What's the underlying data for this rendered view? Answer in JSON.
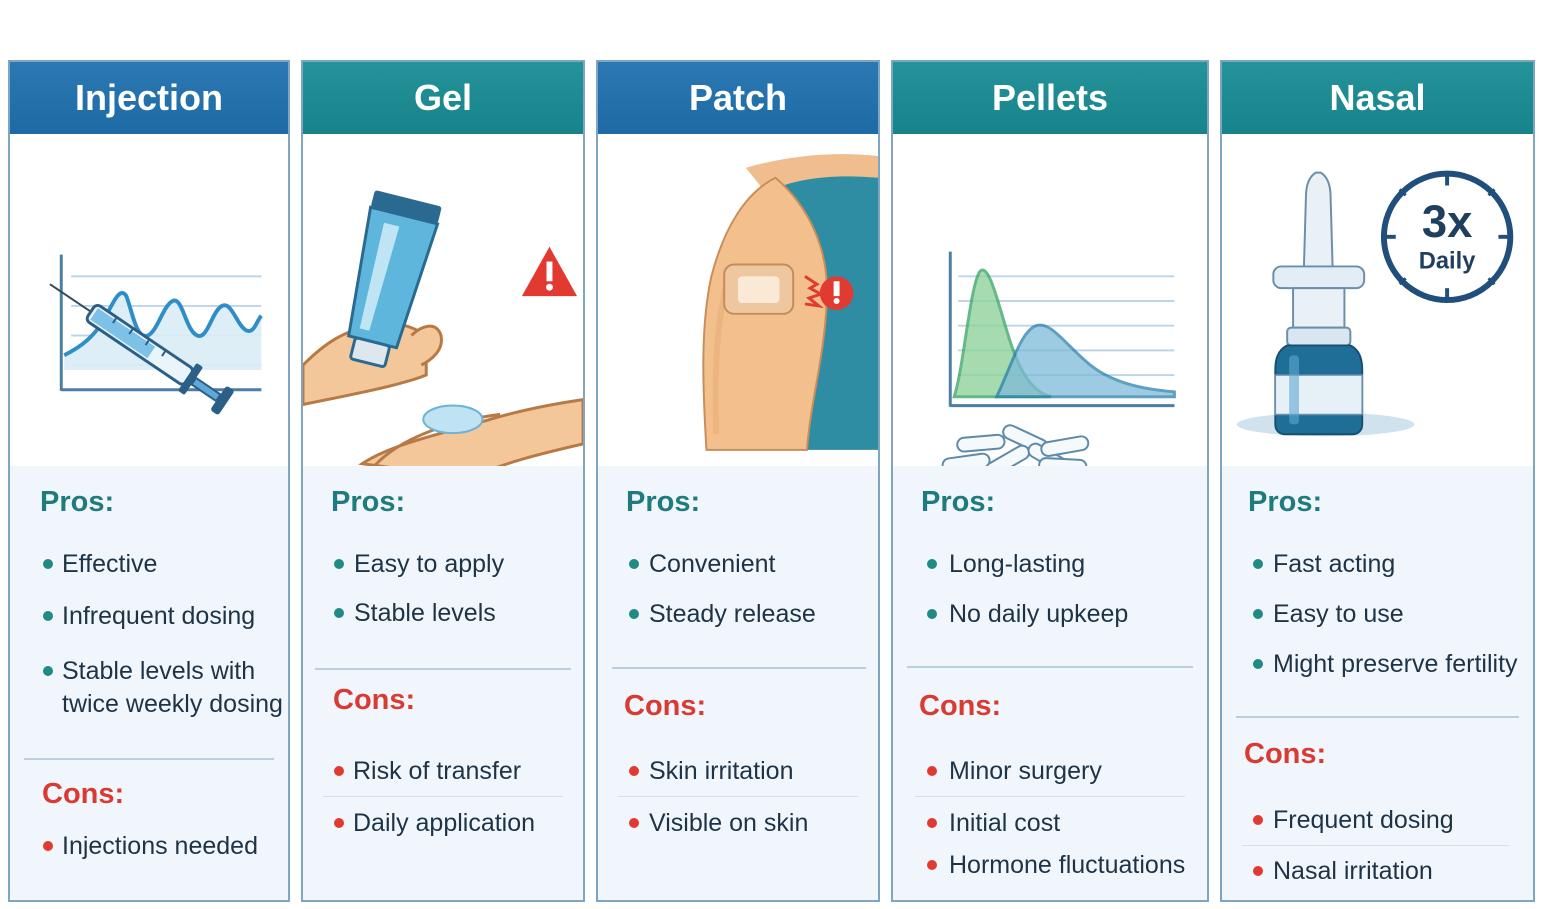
{
  "columns": [
    {
      "title": "Injection",
      "pros_label": "Pros:",
      "pros": [
        "Effective",
        "Infrequent dosing",
        "Stable levels with",
        "twice weekly dosing"
      ],
      "cons_label": "Cons:",
      "cons": [
        "Injections needed"
      ]
    },
    {
      "title": "Gel",
      "pros_label": "Pros:",
      "pros": [
        "Easy to apply",
        "Stable levels"
      ],
      "cons_label": "Cons:",
      "cons": [
        "Risk of transfer",
        "Daily application"
      ]
    },
    {
      "title": "Patch",
      "pros_label": "Pros:",
      "pros": [
        "Convenient",
        "Steady release"
      ],
      "cons_label": "Cons:",
      "cons": [
        "Skin irritation",
        "Visible on skin"
      ]
    },
    {
      "title": "Pellets",
      "pros_label": "Pros:",
      "pros": [
        "Long-lasting",
        "No daily upkeep"
      ],
      "cons_label": "Cons:",
      "cons": [
        "Minor surgery",
        "Initial cost",
        "Hormone fluctuations"
      ]
    },
    {
      "title": "Nasal",
      "pros_label": "Pros:",
      "pros": [
        "Fast acting",
        "Easy to use",
        "Might preserve fertility"
      ],
      "cons_label": "Cons:",
      "cons": [
        "Frequent dosing",
        "Nasal irritation"
      ]
    }
  ],
  "nasal_badge": {
    "count": "3x",
    "frequency": "Daily"
  },
  "colors": {
    "header_blue": "#1d6aa5",
    "header_teal": "#17838b",
    "pros": "#1f7c7e",
    "cons": "#d93a33"
  }
}
